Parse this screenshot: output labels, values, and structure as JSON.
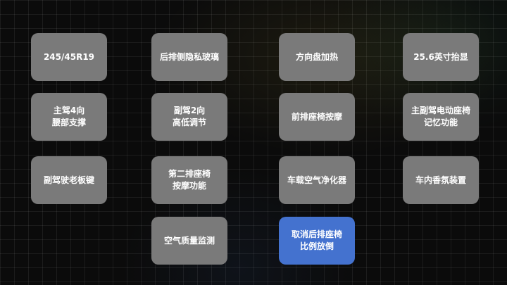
{
  "tiles": {
    "tire_size": [
      "245/45R19"
    ],
    "rear_privacy_glass": [
      "后排侧隐私玻璃"
    ],
    "heated_steering_wheel": [
      "方向盘加热"
    ],
    "hud": [
      "25.6英寸抬显"
    ],
    "driver_lumbar": [
      "主驾4向",
      "腰部支撑"
    ],
    "passenger_height": [
      "副驾2向",
      "高低调节"
    ],
    "front_seat_massage": [
      "前排座椅按摩"
    ],
    "seat_memory": [
      "主副驾电动座椅",
      "记忆功能"
    ],
    "passenger_boss_key": [
      "副驾驶老板键"
    ],
    "second_row_massage": [
      "第二排座椅",
      "按摩功能"
    ],
    "air_purifier": [
      "车载空气净化器"
    ],
    "fragrance": [
      "车内香氛装置"
    ],
    "air_quality": [
      "空气质量监测"
    ],
    "cancel_rear_fold": [
      "取消后排座椅",
      "比例放倒"
    ]
  },
  "colors": {
    "background": "#0b0b0b",
    "tile": "#7a7a7a",
    "tile_active": "#4472cf",
    "text": "#ffffff"
  }
}
